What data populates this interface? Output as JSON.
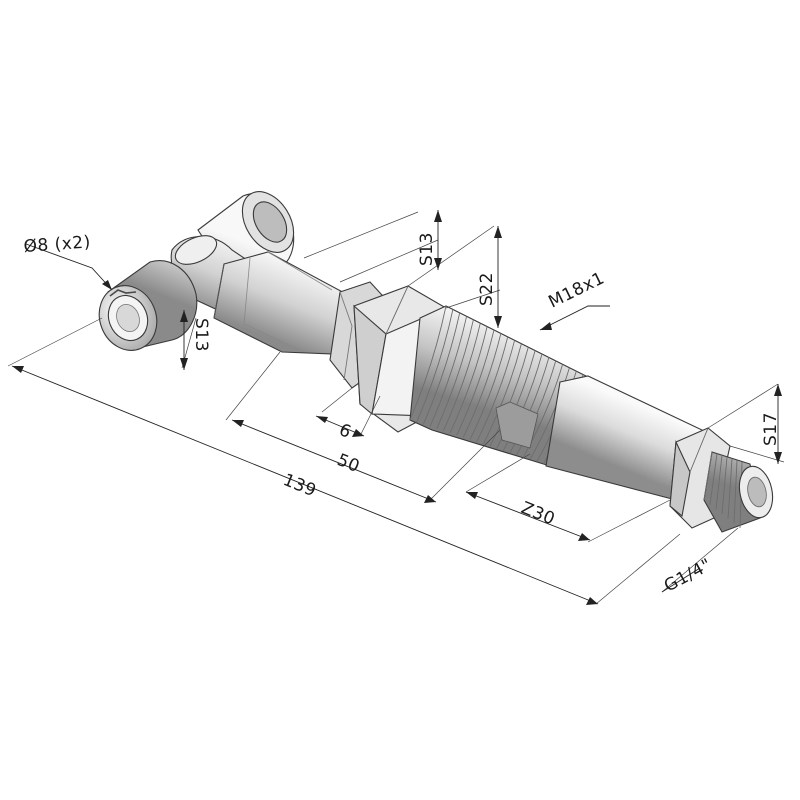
{
  "drawing": {
    "dimensions": {
      "port_diameter": "Ø8 (x2)",
      "fitting_hex": "S13",
      "tee_hex": "S13",
      "nut_hex": "S22",
      "body_thread": "M18x1",
      "nut_thickness": "6",
      "body_length": "50",
      "overall_length": "139",
      "thread_length": "Z30",
      "outlet_hex": "S17",
      "outlet_thread": "G1/4\""
    },
    "colors": {
      "metal_light": "#f4f4f4",
      "metal_mid": "#c9c9c9",
      "metal_dark": "#7a7a7a",
      "outline": "#3a3a3a"
    }
  }
}
